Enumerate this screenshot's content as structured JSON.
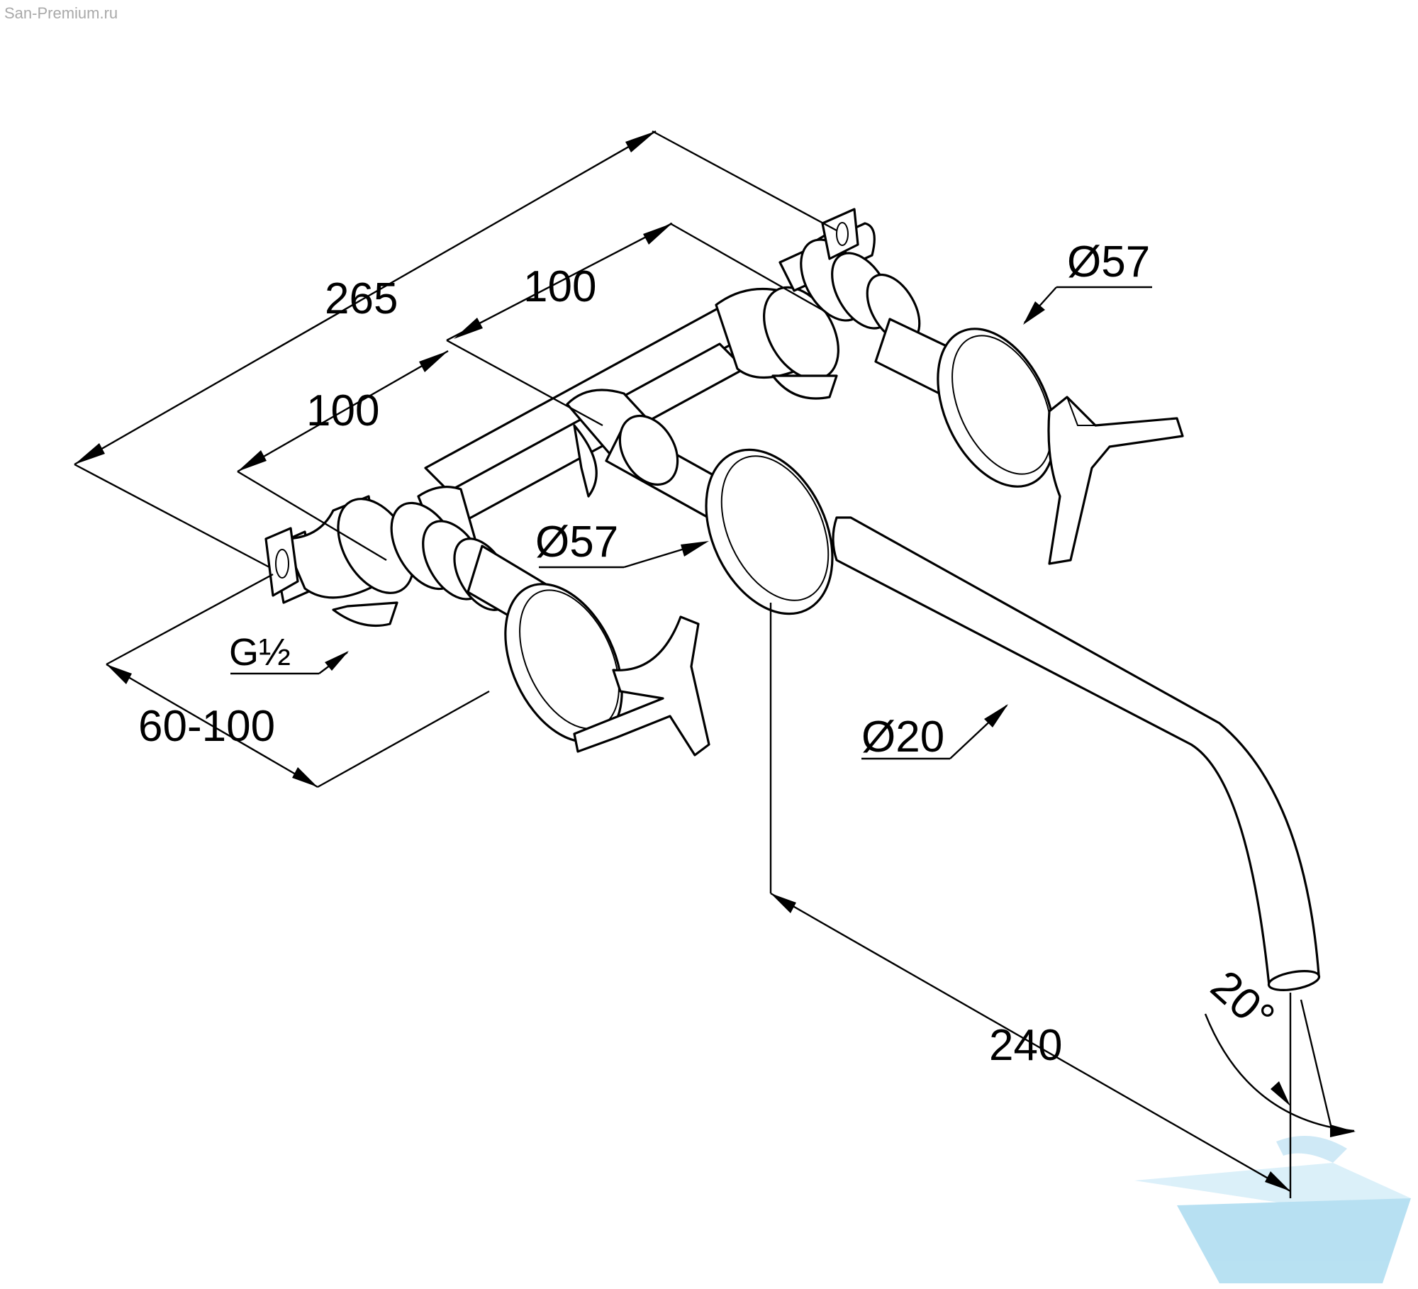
{
  "watermark": {
    "site": "San-Premium.ru",
    "logo_icon": "bathtub-logo-icon"
  },
  "dimensions": {
    "overall_length": "265",
    "spacing_rear": "100",
    "spacing_front": "100",
    "handle_diameter_right": "Ø57",
    "handle_diameter_center": "Ø57",
    "connection_thread": "G½",
    "wall_depth": "60-100",
    "spout_diameter": "Ø20",
    "spout_projection": "240",
    "spout_angle": "20°"
  },
  "colors": {
    "line": "#000000",
    "logo": "#7ec8e8"
  }
}
